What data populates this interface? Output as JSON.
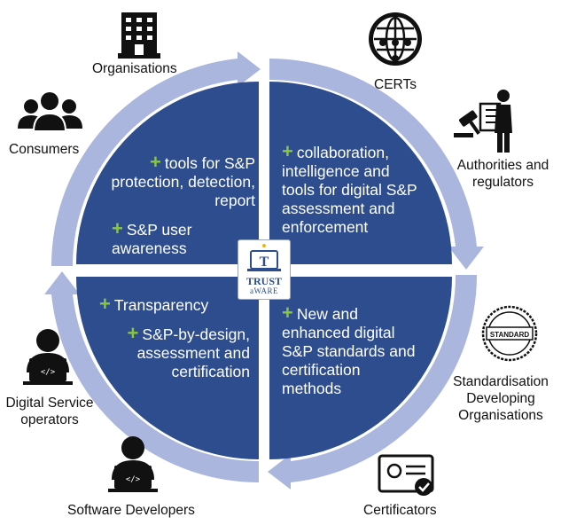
{
  "quadrants": {
    "top_left": [
      "tools for S&P protection, detection, report",
      "S&P user awareness"
    ],
    "top_right": [
      "collaboration, intelligence and tools for digital S&P assessment and enforcement"
    ],
    "bottom_left": [
      "Transparency",
      "S&P-by-design, assessment and certification"
    ],
    "bottom_right": [
      "New and enhanced digital S&P standards and certification methods"
    ]
  },
  "plus_symbol": "+",
  "center_logo": {
    "line1": "TRUST",
    "line2": "aWARE"
  },
  "stakeholders": {
    "organisations": "Organisations",
    "certs": "CERTs",
    "consumers": "Consumers",
    "authorities": "Authorities and regulators",
    "standardisation": "Standardisation Developing Organisations",
    "digital_service": "Digital Service operators",
    "software_developers": "Software Developers",
    "certificators": "Certificators"
  },
  "stamp_text": "STANDARD",
  "colors": {
    "quadrant_fill": "#2e4d8f",
    "ring_arrow": "#aab6de",
    "plus": "#8cc63f",
    "icon": "#111111"
  }
}
